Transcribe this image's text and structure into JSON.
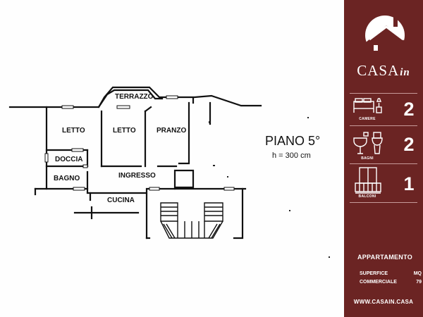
{
  "floorplan": {
    "title": "PIANO 5°",
    "height_note": "h = 300 cm",
    "rooms": {
      "terrazzo": "TERRAZZO",
      "letto_1": "LETTO",
      "letto_2": "LETTO",
      "pranzo": "PRANZO",
      "doccia": "DOCCIA",
      "bagno": "BAGNO",
      "ingresso": "INGRESSO",
      "cucina": "CUCINA"
    }
  },
  "panel": {
    "brand_main": "CASA",
    "brand_suffix": "in",
    "stats": [
      {
        "label": "CAMERE",
        "value": "2",
        "icon": "bed-icon"
      },
      {
        "label": "BAGNI",
        "value": "2",
        "icon": "bathroom-icon"
      },
      {
        "label": "BALCONI",
        "value": "1",
        "icon": "balcony-icon"
      }
    ],
    "apartment_title": "APPARTAMENTO",
    "surface_label_1": "SUPERFICE",
    "surface_label_2": "COMMERCIALE",
    "surface_unit": "MQ",
    "surface_value": "79",
    "website": "WWW.CASAIN.CASA"
  },
  "colors": {
    "panel_bg": "#6b2423",
    "panel_text": "#ffffff"
  }
}
